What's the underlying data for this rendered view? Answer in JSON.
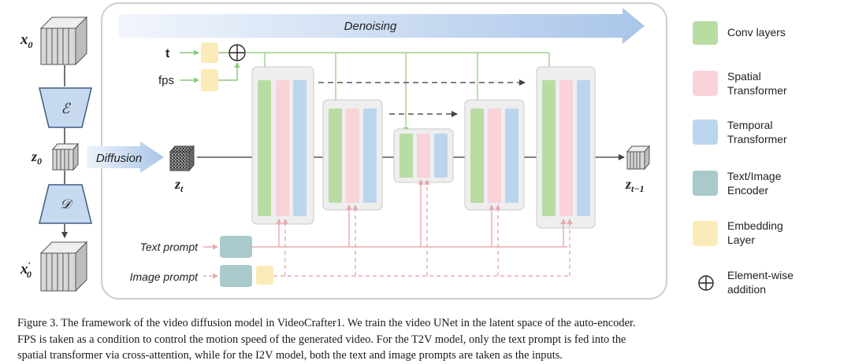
{
  "figure": {
    "denoising_label": "Denoising",
    "diffusion_label": "Diffusion",
    "encoder_symbol": "ℰ",
    "decoder_symbol": "𝒟",
    "latent_labels": {
      "x0": "x",
      "z0": "z",
      "zt": "z",
      "zt1": "z",
      "x0p": "x"
    },
    "latent_subscripts": {
      "x0": "0",
      "z0": "0",
      "zt": "t",
      "zt1": "t−1",
      "x0p": "0"
    },
    "prime_mark": "′",
    "inputs": {
      "t": "t",
      "fps": "fps",
      "text_prompt": "Text prompt",
      "image_prompt": "Image prompt"
    }
  },
  "legend": [
    {
      "label_lines": [
        "Conv layers"
      ],
      "color": "#b9dca2",
      "kind": "swatch"
    },
    {
      "label_lines": [
        "Spatial",
        "Transformer"
      ],
      "color": "#f9d3d8",
      "kind": "swatch"
    },
    {
      "label_lines": [
        "Temporal",
        "Transformer"
      ],
      "color": "#bcd5ee",
      "kind": "swatch"
    },
    {
      "label_lines": [
        "Text/Image",
        "Encoder"
      ],
      "color": "#a9c9ca",
      "kind": "swatch"
    },
    {
      "label_lines": [
        "Embedding",
        "Layer"
      ],
      "color": "#fbebb9",
      "kind": "swatch"
    },
    {
      "label_lines": [
        "Element-wise",
        "addition"
      ],
      "color": "#222222",
      "kind": "symbol"
    }
  ],
  "caption": {
    "lines": [
      "Figure 3. The framework of the video diffusion model in VideoCrafter1. We train the video UNet in the latent space of the auto-encoder.",
      "FPS is taken as a condition to control the motion speed of the generated video. For the T2V model, only the text prompt is fed into the",
      "spatial transformer via cross-attention, while for the I2V model, both the text and image prompts are taken as the inputs."
    ]
  }
}
